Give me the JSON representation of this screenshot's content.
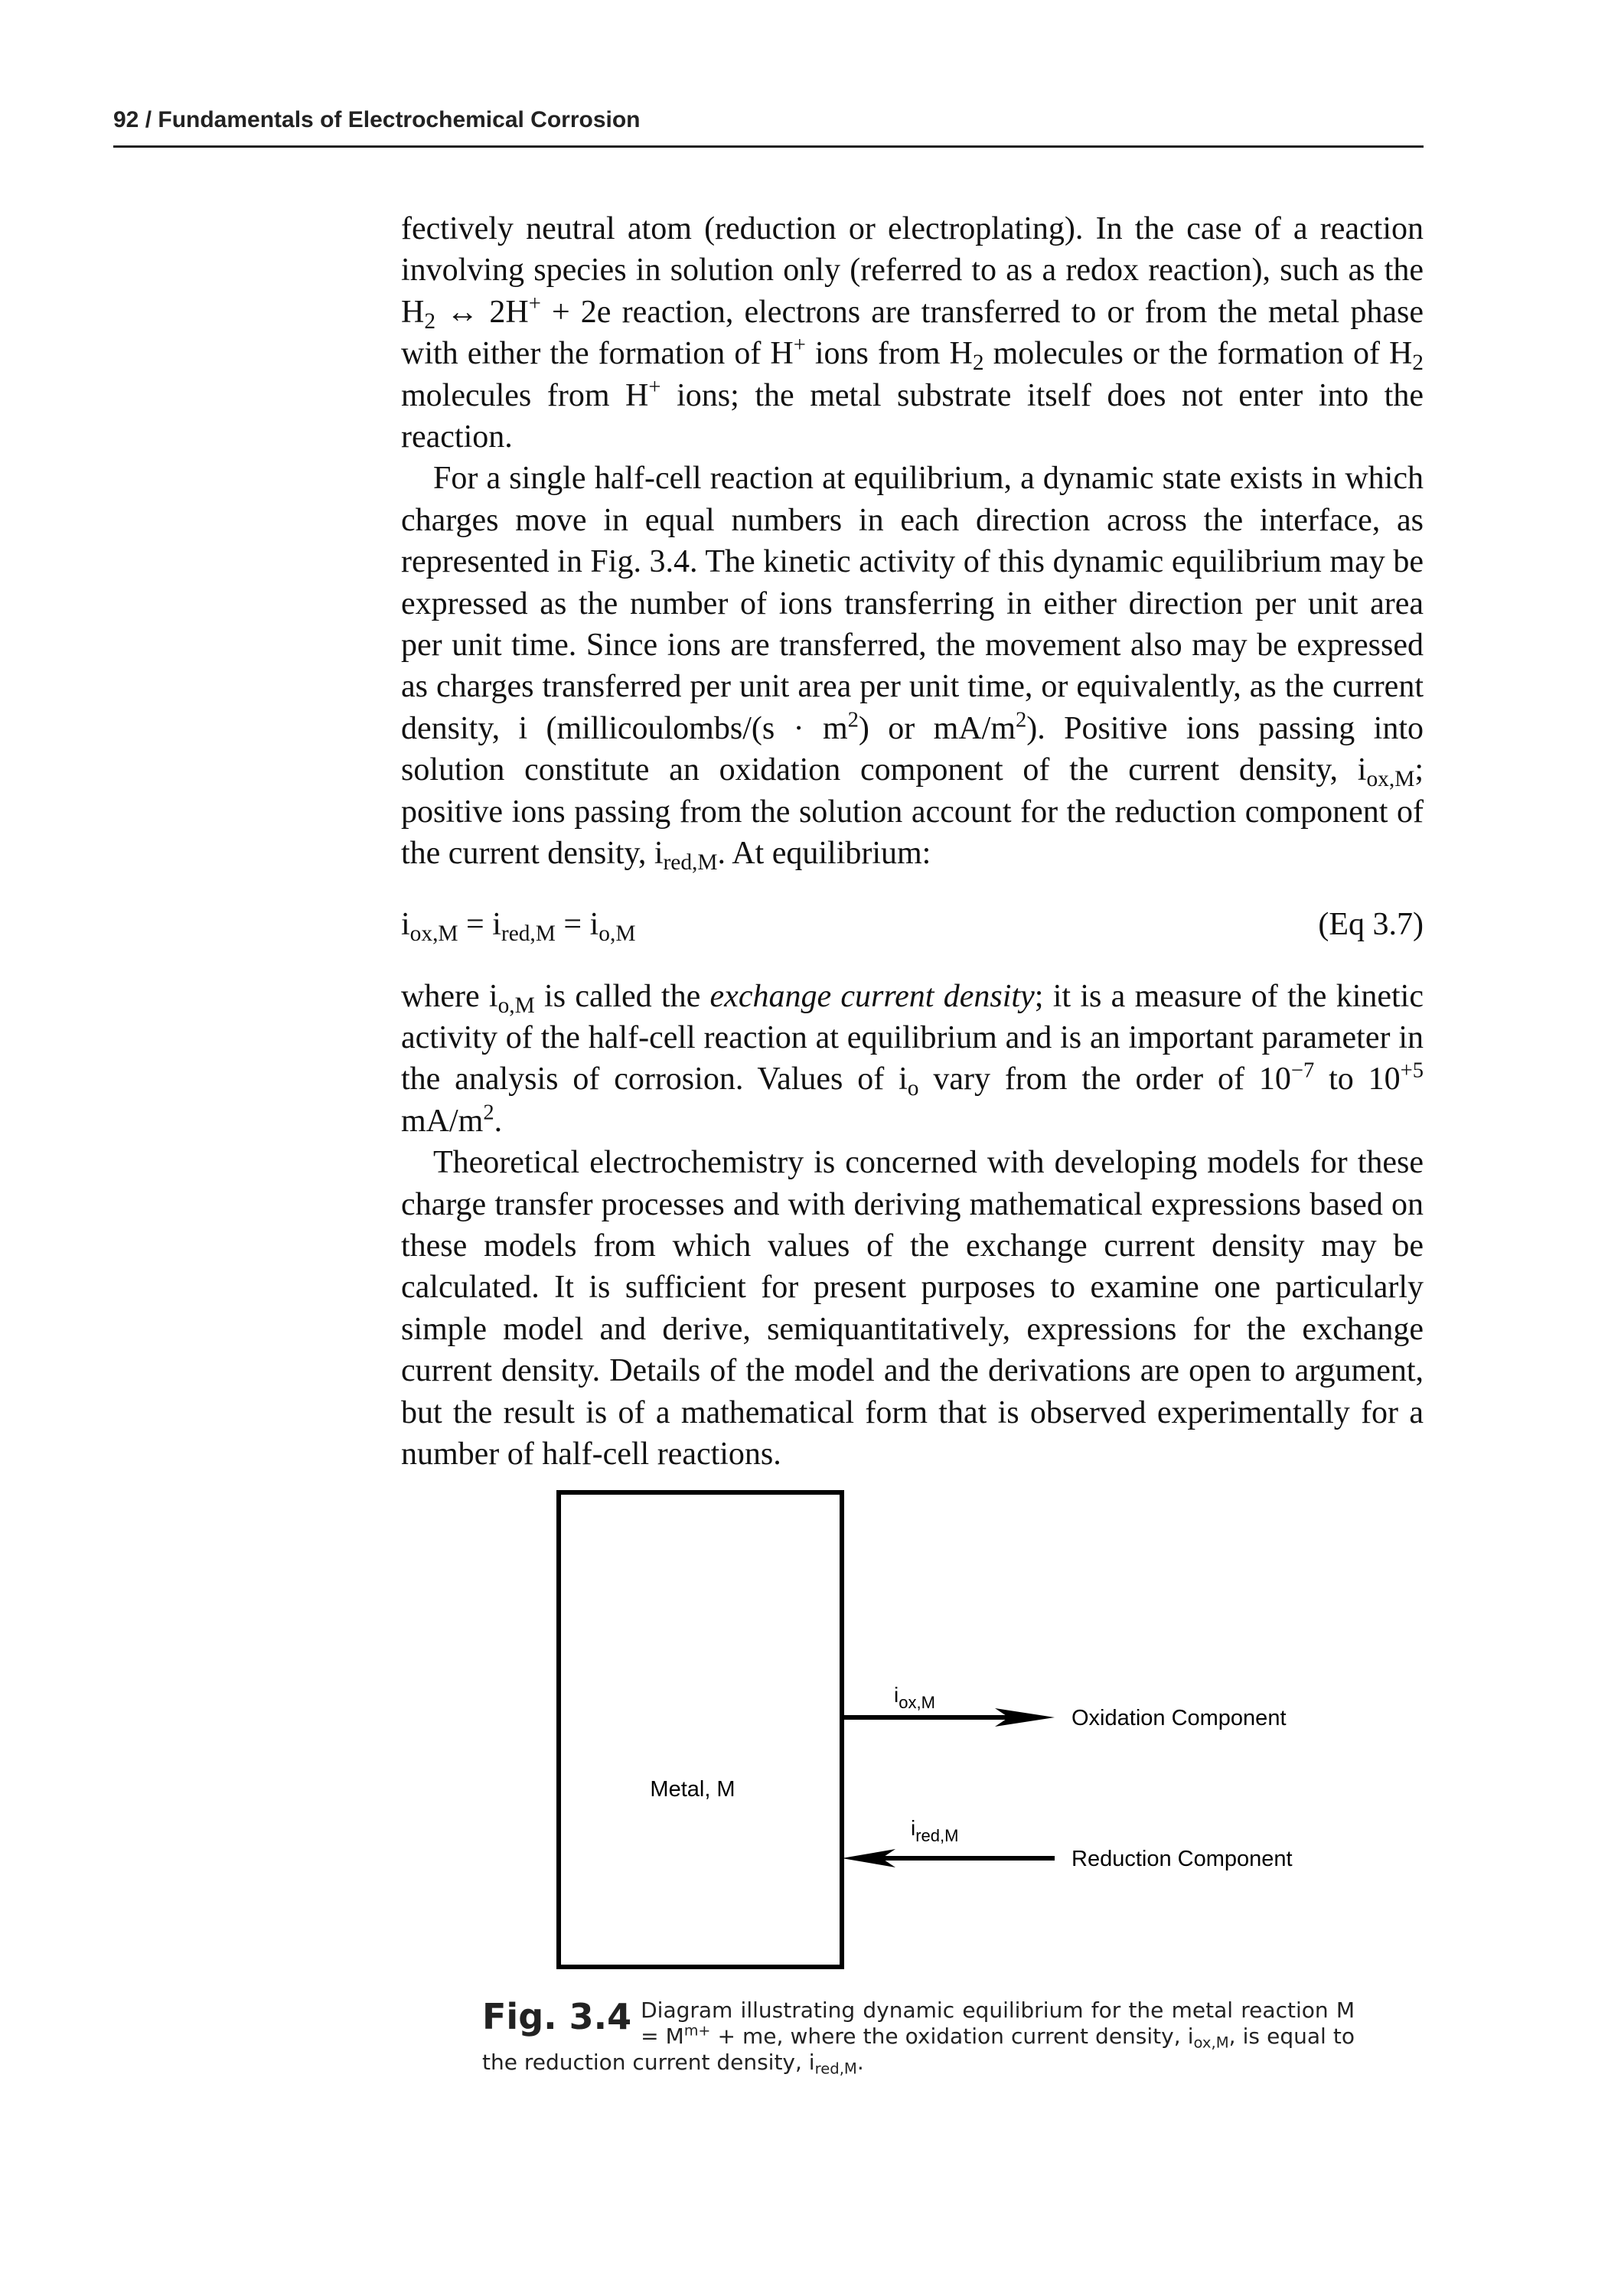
{
  "header": {
    "running_title": "92 / Fundamentals of Electrochemical Corrosion"
  },
  "paragraphs": {
    "p1": {
      "t1": "fectively neutral atom (reduction or electroplating). In the case of a reaction involving species in solution only (referred to as a redox reaction), such as the H",
      "s1": "2",
      "t2": " ↔ 2H",
      "s2": "+",
      "t3": " + 2e reaction, electrons are transferred to or from the metal phase with either the formation of H",
      "s3": "+",
      "t4": " ions from H",
      "s4": "2",
      "t5": " molecules or the formation of H",
      "s5": "2",
      "t6": " molecules from H",
      "s6": "+",
      "t7": " ions; the metal substrate itself does not enter into the reaction."
    },
    "p2": {
      "t1": "For a single half-cell reaction at equilibrium, a dynamic state exists in which charges move in equal numbers in each direction across the interface, as represented in Fig. 3.4. The kinetic activity of this dynamic equilibrium may be expressed as the number of ions transferring in either direction per unit area per unit time. Since ions are transferred, the movement also may be expressed as charges transferred per unit area per unit time, or equivalently, as the current density, i (millicoulombs/(s · m",
      "s1": "2",
      "t2": ") or mA/m",
      "s2": "2",
      "t3": "). Positive ions passing into solution constitute an oxidation component of the current density, i",
      "s3": "ox,M",
      "t4": "; positive ions passing from the solution account for the reduction component of the current density, i",
      "s4": "red,M",
      "t5": ". At equilibrium:"
    },
    "eq": {
      "i1": "i",
      "s1": "ox,M",
      "e1": " = ",
      "i2": "i",
      "s2": "red,M",
      "e2": " = ",
      "i3": "i",
      "s3": "o,M",
      "number": "(Eq 3.7)"
    },
    "p3": {
      "t1": "where i",
      "s1": "o,M",
      "t2": " is called the ",
      "em": "exchange current density",
      "t3": "; it is a measure of the kinetic activity of the half-cell reaction at equilibrium and is an important parameter in the analysis of corrosion. Values of i",
      "s2": "o",
      "t4": " vary from the order of 10",
      "sup1": "−7",
      "t5": " to 10",
      "sup2": "+5",
      "t6": " mA/m",
      "sup3": "2",
      "t7": "."
    },
    "p4": "Theoretical electrochemistry is concerned with developing models for these charge transfer processes and with deriving mathematical expressions based on these models from which values of the exchange current density may be calculated. It is sufficient for present purposes to examine one particularly simple model and derive, semiquantitatively, expressions for the exchange current density. Details of the model and the derivations are open to argument, but the result is of a mathematical form that is observed experimentally for a number of half-cell reactions."
  },
  "figure": {
    "metal_label": "Metal, M",
    "ox_i": "i",
    "ox_sub": "ox,M",
    "oxidation_label": "Oxidation Component",
    "red_i": "i",
    "red_sub": "red,M",
    "reduction_label": "Reduction Component",
    "line_color": "#000000"
  },
  "caption": {
    "label": "Fig. 3.4",
    "t1": "Diagram illustrating dynamic equilibrium for the metal reaction M = M",
    "sup1": "m+",
    "t2": " + me, where the oxidation current density, i",
    "s1": "ox,M",
    "t3": ", is equal to the reduction current density, i",
    "s2": "red,M",
    "t4": "."
  }
}
